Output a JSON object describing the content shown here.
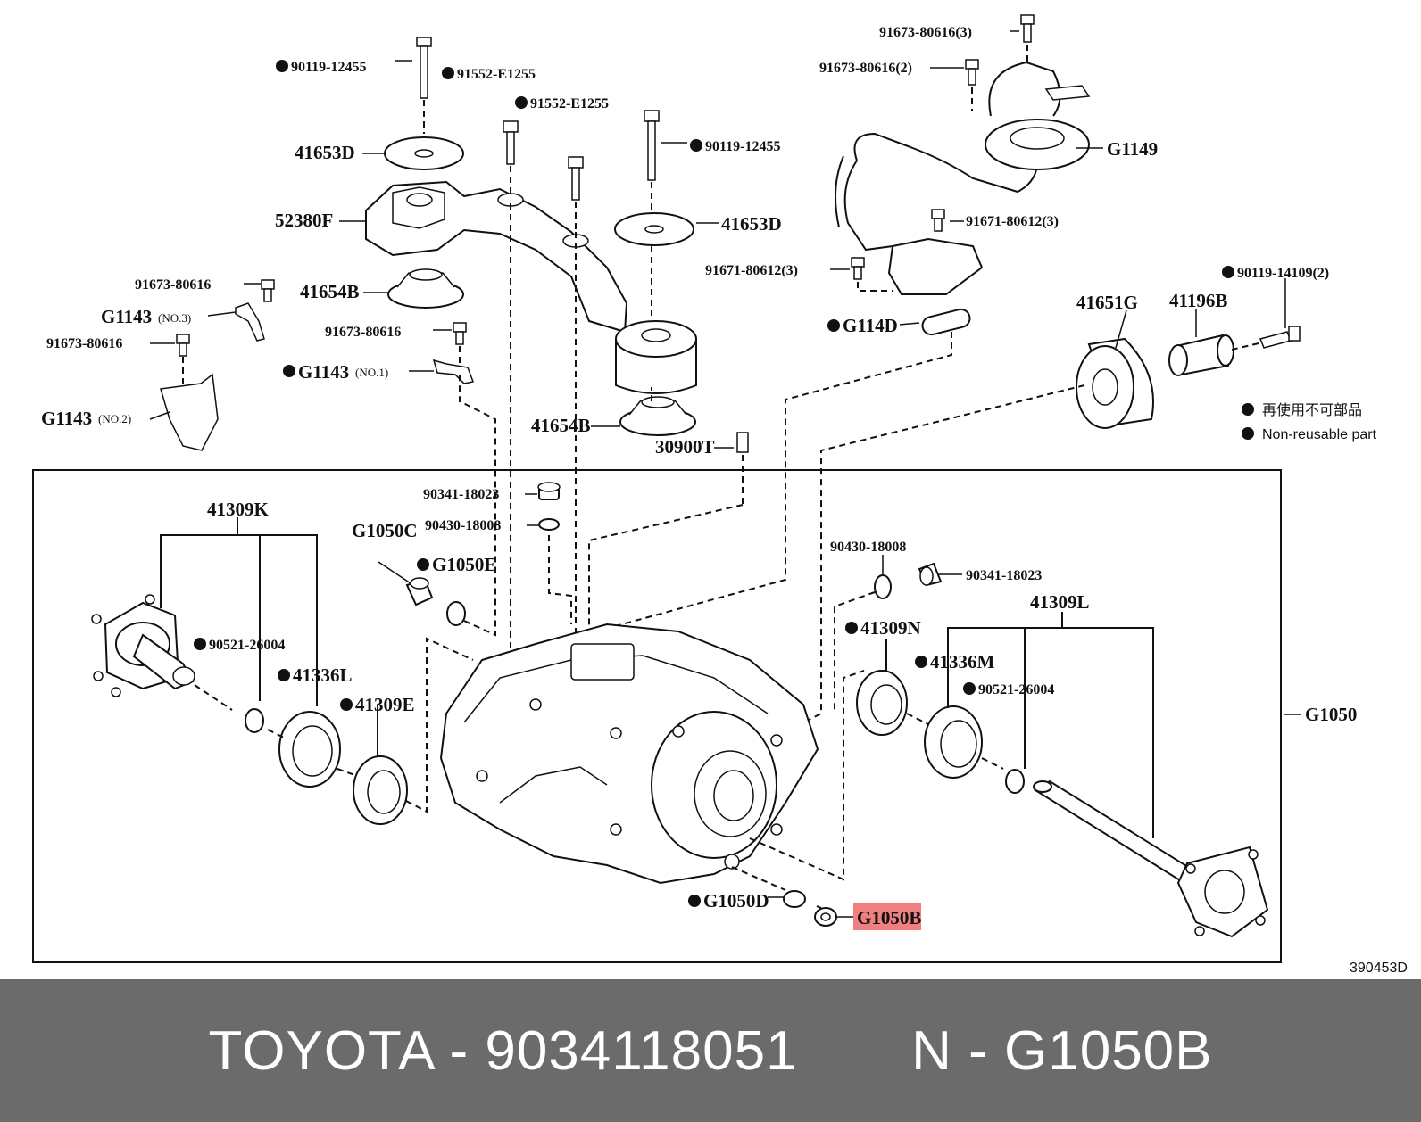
{
  "diagram": {
    "code": "390453D",
    "legend": {
      "jp_text": "再使用不可部品",
      "en_text": "Non-reusable part"
    },
    "labels": {
      "b_90119_12455_top": "90119-12455",
      "b_91552_e1255_a": "91552-E1255",
      "b_91552_e1255_b": "91552-E1255",
      "b_90119_12455_right": "90119-12455",
      "p_41653d_left": "41653D",
      "p_52380f": "52380F",
      "p_41653d_right": "41653D",
      "p_41654b_upper": "41654B",
      "p_41654b_lower": "41654B",
      "b_91673_80616_a": "91673-80616",
      "p_g1143_no3": "G1143",
      "s_no3": "(NO.3)",
      "b_91673_80616_b": "91673-80616",
      "b_91673_80616_c": "91673-80616",
      "p_g1143_no1": "G1143",
      "s_no1": "(NO.1)",
      "p_g1143_no2": "G1143",
      "s_no2": "(NO.2)",
      "p_30900t": "30900T",
      "b_91673_80616_3_top": "91673-80616(3)",
      "b_91673_80616_2": "91673-80616(2)",
      "p_g1149": "G1149",
      "b_91671_80612_3_right": "91671-80612(3)",
      "b_91671_80612_3_left": "91671-80612(3)",
      "p_g114d": "G114D",
      "b_90119_14109_2": "90119-14109(2)",
      "p_41651g": "41651G",
      "p_41196b": "41196B",
      "p_41309k": "41309K",
      "b_90341_18023_a": "90341-18023",
      "b_90430_18008_a": "90430-18008",
      "p_g1050c": "G1050C",
      "p_g1050e": "G1050E",
      "b_90521_26004_left": "90521-26004",
      "p_41336l": "41336L",
      "p_41309e": "41309E",
      "b_90430_18008_b": "90430-18008",
      "b_90341_18023_b": "90341-18023",
      "p_41309l": "41309L",
      "p_41309n": "41309N",
      "p_41336m": "41336M",
      "b_90521_26004_right": "90521-26004",
      "p_g1050": "G1050",
      "p_g1050d": "G1050D",
      "p_g1050b": "G1050B"
    },
    "highlight_color": "#f08080"
  },
  "footer": {
    "text": "TOYOTA - 9034118051       N - G1050B"
  }
}
